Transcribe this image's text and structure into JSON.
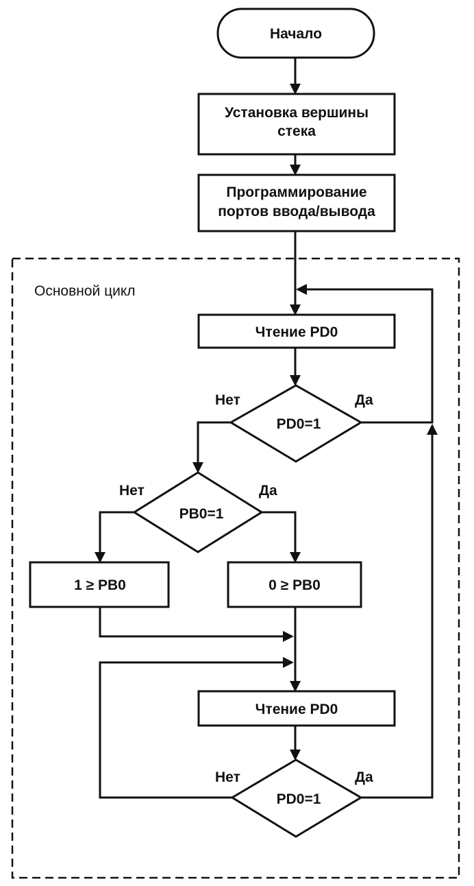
{
  "flowchart": {
    "start": {
      "label": "Начало"
    },
    "init_stack": {
      "line1": "Установка вершины",
      "line2": "стека"
    },
    "init_ports": {
      "line1": "Программирование",
      "line2": "портов ввода/вывода"
    },
    "main_loop": {
      "title": "Основной цикл",
      "read_pd0_first": {
        "label": "Чтение PD0"
      },
      "check_pd0_first": {
        "label": "PD0=1",
        "no_label": "Нет",
        "yes_label": "Да"
      },
      "check_pb0": {
        "label": "PB0=1",
        "no_label": "Нет",
        "yes_label": "Да"
      },
      "set_pb0_one": {
        "label": "1 ≥ PB0"
      },
      "set_pb0_zero": {
        "label": "0 ≥ PB0"
      },
      "read_pd0_second": {
        "label": "Чтение PD0"
      },
      "check_pd0_second": {
        "label": "PD0=1",
        "no_label": "Нет",
        "yes_label": "Да"
      }
    }
  }
}
